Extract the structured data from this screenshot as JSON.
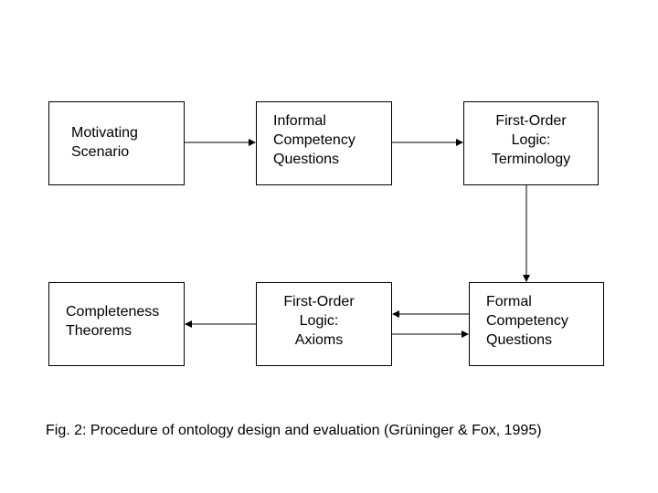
{
  "diagram": {
    "nodes": {
      "motivating_scenario": "Motivating\nScenario",
      "informal_cq": "Informal\nCompetency\nQuestions",
      "fol_terminology": "First-Order\nLogic:\nTerminology",
      "formal_cq": "Formal\nCompetency\nQuestions",
      "fol_axioms": "First-Order\nLogic:\nAxioms",
      "completeness_theorems": "Completeness\nTheorems"
    },
    "edges": [
      {
        "from": "motivating_scenario",
        "to": "informal_cq"
      },
      {
        "from": "informal_cq",
        "to": "fol_terminology"
      },
      {
        "from": "fol_terminology",
        "to": "formal_cq"
      },
      {
        "from": "formal_cq",
        "to": "fol_axioms"
      },
      {
        "from": "fol_axioms",
        "to": "formal_cq"
      },
      {
        "from": "fol_axioms",
        "to": "completeness_theorems"
      }
    ]
  },
  "caption": "Fig. 2: Procedure of ontology design and evaluation (Grüninger & Fox, 1995)"
}
